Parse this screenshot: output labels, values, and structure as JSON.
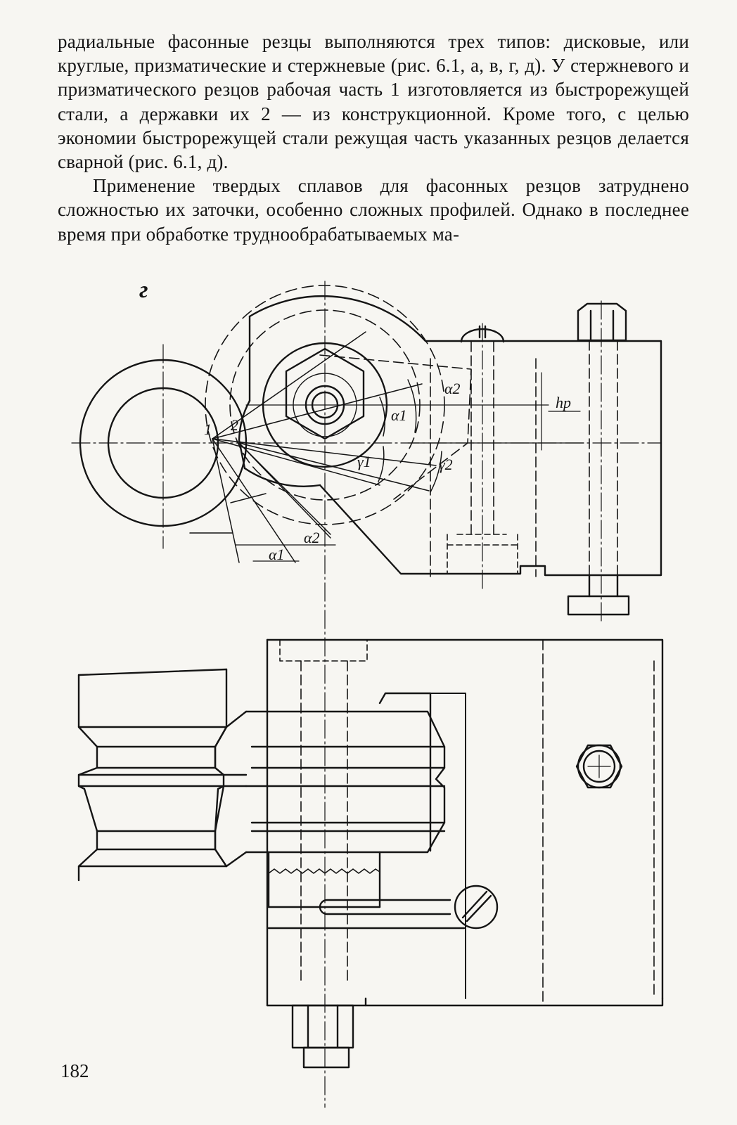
{
  "text": {
    "paragraph1": "радиальные фасонные резцы выполняются трех типов: дисковые, или круглые, призматические и стержневые (рис. 6.1, а, в, г, д). У стержневого и призматического резцов рабочая часть 1 изготовляется из быстрорежущей стали, а державки их 2 — из конструкционной. Кроме того, с целью экономии быстрорежущей стали режущая часть указанных резцов делается сварной (рис. 6.1, д).",
    "paragraph2": "Применение твердых сплавов для фасонных резцов затруднено сложностью их заточки, особенно сложных профилей. Однако в последнее время при обработке труднообрабатываемых ма-"
  },
  "figure": {
    "letter": "г",
    "labels": {
      "point_1": "1",
      "point_2": "2",
      "alpha2_upper": "α2",
      "alpha1_upper": "α1",
      "h_p": "hр",
      "gamma1": "γ1",
      "gamma2": "γ2",
      "alpha2_lower": "α2",
      "alpha1_lower": "α1"
    }
  },
  "page_number": "182"
}
